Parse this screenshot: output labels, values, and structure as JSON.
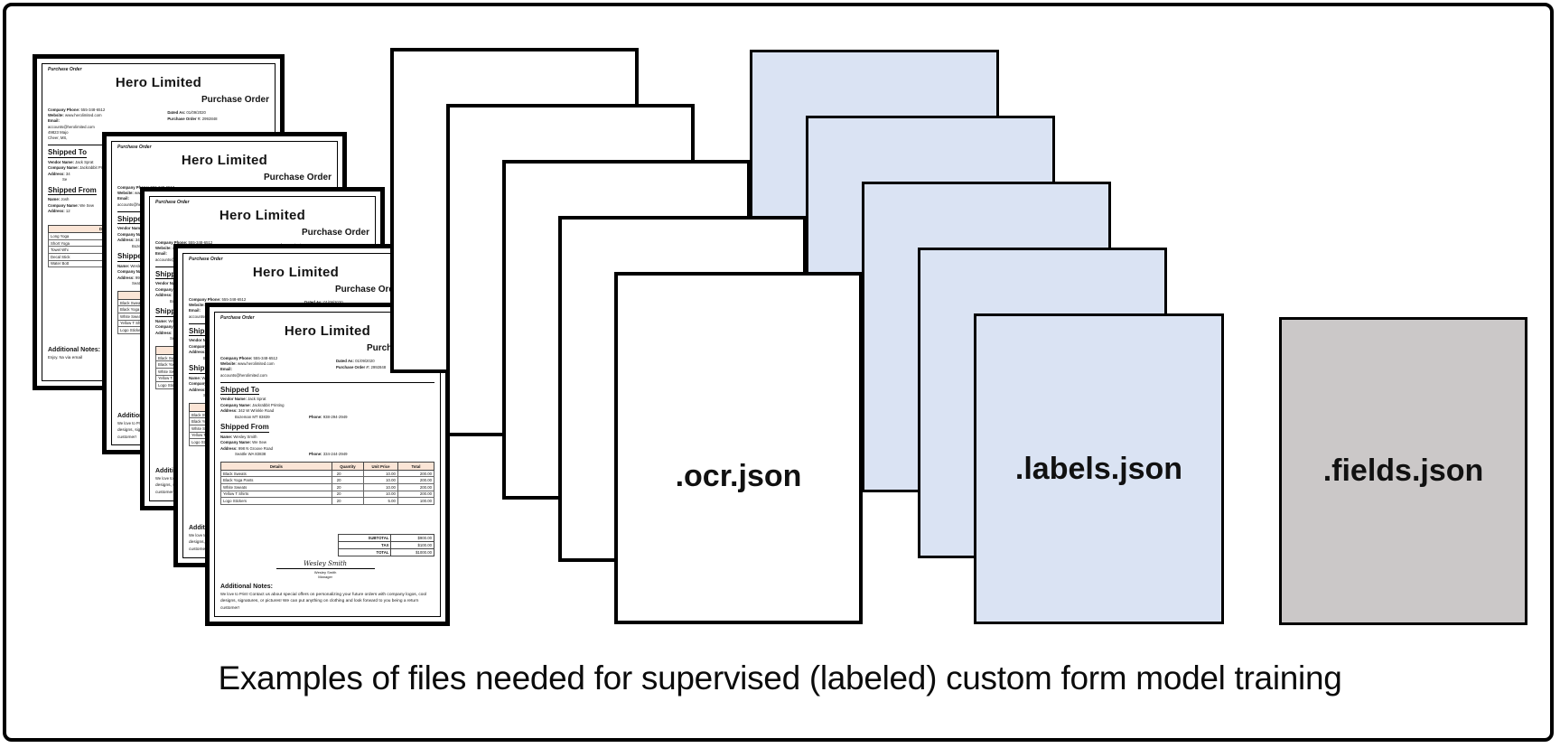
{
  "frame": {
    "caption": "Examples of files needed for supervised (labeled) custom form model training"
  },
  "colors": {
    "document_border": "#000000",
    "labels_doc_bg": "#dae3f3",
    "fields_doc_bg": "#cbc8c8",
    "po_table_header_bg": "#fbe5d6",
    "page_bg": "#ffffff"
  },
  "file_labels": {
    "ocr": ".ocr.json",
    "labels": ".labels.json",
    "fields": ".fields.json"
  },
  "purchase_order": {
    "form_type": "Purchase Order",
    "company_name": "Hero Limited",
    "title": "Purchase Order",
    "contact": {
      "company_phone_label": "Company Phone:",
      "company_phone": "555-348-6512",
      "website_label": "Website:",
      "website": "www.herolimited.com",
      "email_label": "Email:",
      "email": "accounts@herolimited.com"
    },
    "meta": {
      "dated_as_label": "Dated As:",
      "dated_as": "01/09/2020",
      "po_number_label": "Purchase Order #:",
      "po_number": "2992848"
    },
    "shipped_to": {
      "heading": "Shipped To",
      "vendor_name_label": "Vendor Name:",
      "vendor_name": "Jack Sprat",
      "company_name_label": "Company Name:",
      "company_name": "Jackrabbit Printing",
      "address_label": "Address:",
      "address": "342 W Wrinkle Road",
      "city": "Bozeman MT 83839",
      "phone_label": "Phone:",
      "phone": "938-294-2949"
    },
    "shipped_from": {
      "heading": "Shipped From",
      "name_label": "Name:",
      "name": "Wesley Smith",
      "company_name_label": "Company Name:",
      "company_name": "We Sew",
      "address_label": "Address:",
      "address": "998 N Groove Road",
      "city": "Seattle WA 83838",
      "phone_label": "Phone:",
      "phone": "334-244-2949"
    },
    "items_table": {
      "headers": [
        "Details",
        "Quantity",
        "Unit Price",
        "Total"
      ],
      "rows": [
        [
          "Black Sweats",
          "20",
          "10.00",
          "200.00"
        ],
        [
          "Black Yoga Pants",
          "20",
          "10.00",
          "200.00"
        ],
        [
          "White Sweats",
          "20",
          "10.00",
          "200.00"
        ],
        [
          "Yellow T Shirts",
          "20",
          "10.00",
          "200.00"
        ],
        [
          "Logo Stickers",
          "20",
          "5.00",
          "100.00"
        ]
      ]
    },
    "totals": {
      "rows": [
        [
          "SUBTOTAL",
          "$900.00"
        ],
        [
          "TAX",
          "$100.00"
        ],
        [
          "TOTAL",
          "$1000.00"
        ]
      ]
    },
    "signature": {
      "script": "Wesley Smith",
      "name": "Wesley Smith",
      "role": "Manager"
    },
    "notes": {
      "heading": "Additional Notes:",
      "lead": "We love to Print!",
      "body": "Contact us about special offers on personalizing your future orders with company logos, cool designs, signatures, or pictures!  We can put anything on clothing and look forward to you being a return customer!"
    }
  },
  "back_purchase_order_overrides": {
    "contact": {
      "extra1": "49823 Majo",
      "extra2": "Cheer, MS,"
    },
    "shipped_to": {
      "address": "34",
      "city": "Se"
    },
    "shipped_from": {
      "name": "Josh",
      "address": "12",
      "city": "",
      "phone": ""
    },
    "items_table": {
      "rows": [
        [
          "Long Yoga",
          "",
          "",
          ""
        ],
        [
          "Short Yoga",
          "",
          "",
          ""
        ],
        [
          "Towel Whi",
          "",
          "",
          ""
        ],
        [
          "Decal Stick",
          "",
          "",
          ""
        ],
        [
          "Water Bott",
          "",
          "",
          ""
        ]
      ]
    },
    "notes": {
      "lead": "Enjoy. Na",
      "body": "via email"
    }
  }
}
